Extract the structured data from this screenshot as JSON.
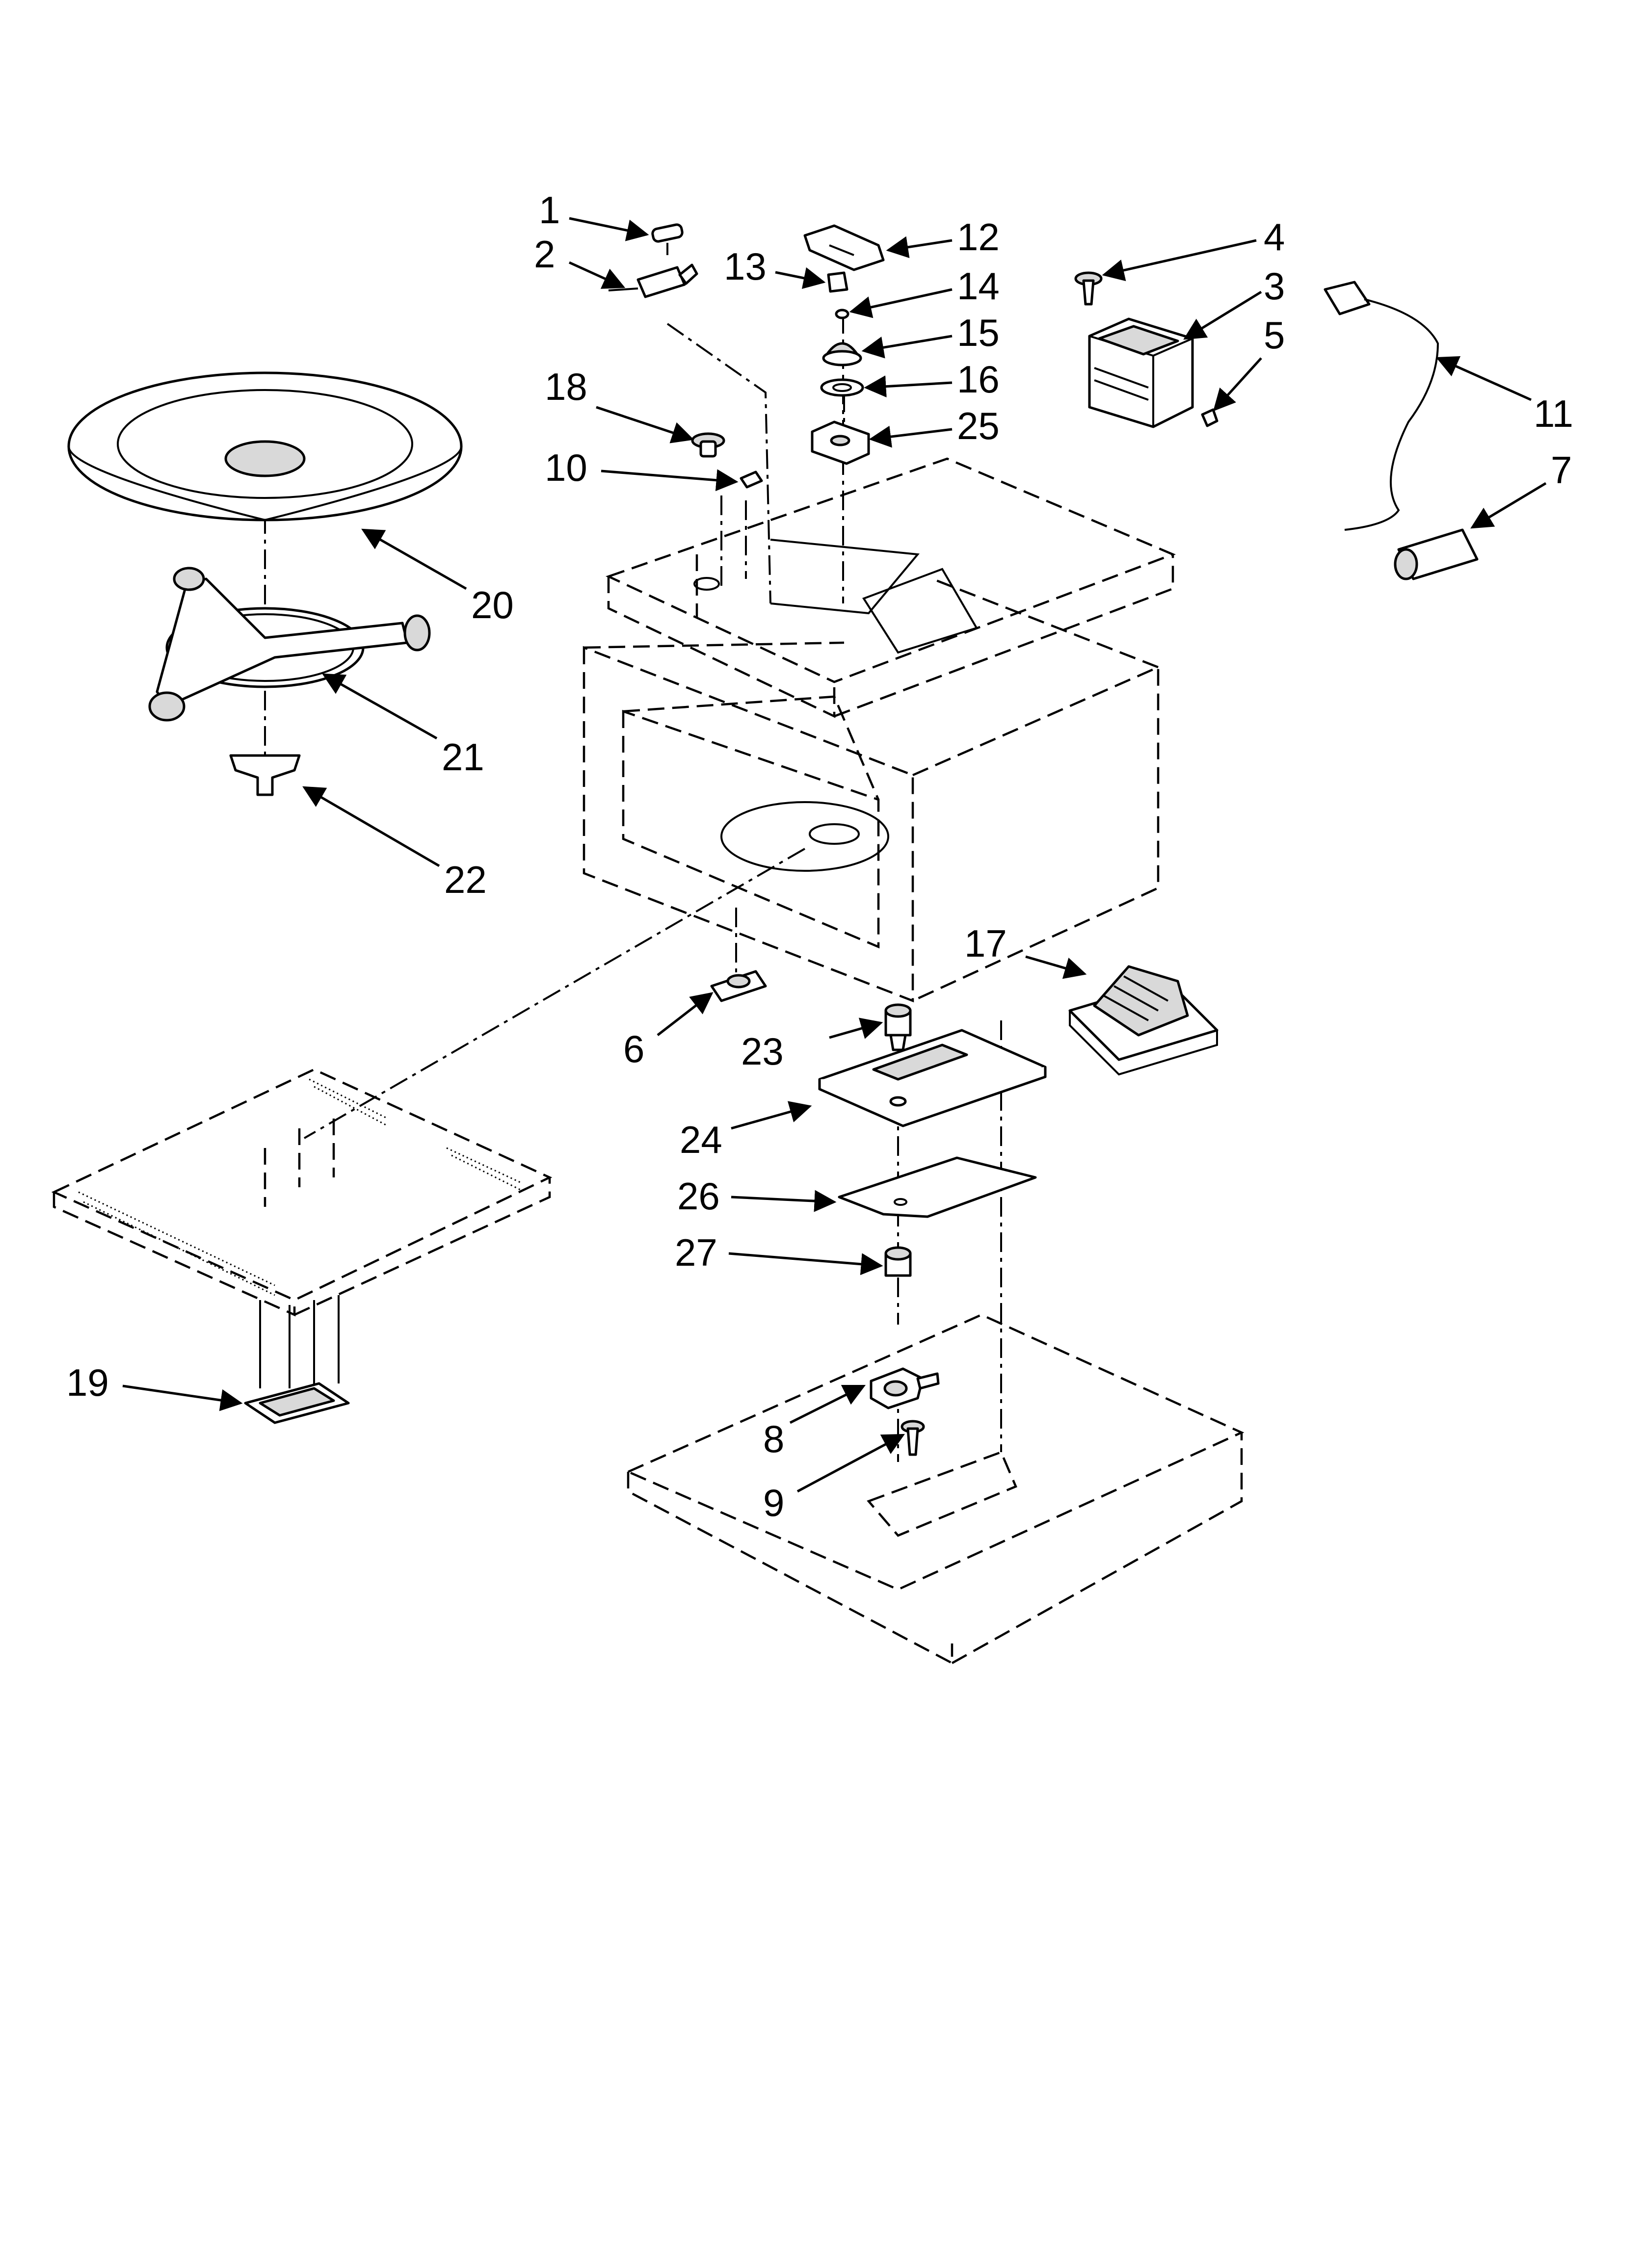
{
  "diagram": {
    "callouts": [
      {
        "id": "1",
        "text": "1"
      },
      {
        "id": "2",
        "text": "2"
      },
      {
        "id": "3",
        "text": "3"
      },
      {
        "id": "4",
        "text": "4"
      },
      {
        "id": "5",
        "text": "5"
      },
      {
        "id": "6",
        "text": "6"
      },
      {
        "id": "7",
        "text": "7"
      },
      {
        "id": "8",
        "text": "8"
      },
      {
        "id": "9",
        "text": "9"
      },
      {
        "id": "10",
        "text": "10"
      },
      {
        "id": "11",
        "text": "11"
      },
      {
        "id": "12",
        "text": "12"
      },
      {
        "id": "13",
        "text": "13"
      },
      {
        "id": "14",
        "text": "14"
      },
      {
        "id": "15",
        "text": "15"
      },
      {
        "id": "16",
        "text": "16"
      },
      {
        "id": "17",
        "text": "17"
      },
      {
        "id": "18",
        "text": "18"
      },
      {
        "id": "19",
        "text": "19"
      },
      {
        "id": "20",
        "text": "20"
      },
      {
        "id": "21",
        "text": "21"
      },
      {
        "id": "22",
        "text": "22"
      },
      {
        "id": "23",
        "text": "23"
      },
      {
        "id": "24",
        "text": "24"
      },
      {
        "id": "25",
        "text": "25"
      },
      {
        "id": "26",
        "text": "26"
      },
      {
        "id": "27",
        "text": "27"
      }
    ]
  }
}
